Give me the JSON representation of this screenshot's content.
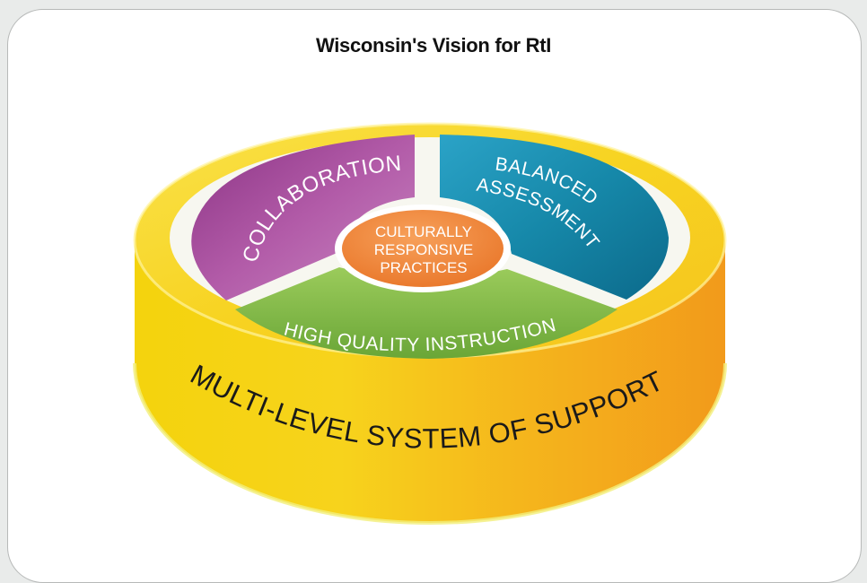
{
  "title": "Wisconsin's Vision for RtI",
  "base_label": "MULTI-LEVEL SYSTEM OF SUPPORT",
  "segments": {
    "collaboration": "COLLABORATION",
    "balanced_line1": "BALANCED",
    "balanced_line2": "ASSESSMENT",
    "instruction": "HIGH QUALITY INSTRUCTION"
  },
  "center": {
    "line1": "CULTURALLY",
    "line2": "RESPONSIVE",
    "line3": "PRACTICES"
  },
  "colors": {
    "disk_yellow": "#f5d21a",
    "disk_orange": "#f4a21d",
    "collaboration": "#a54d9c",
    "balanced": "#138cad",
    "instruction": "#7ab648",
    "center": "#f0893a"
  }
}
